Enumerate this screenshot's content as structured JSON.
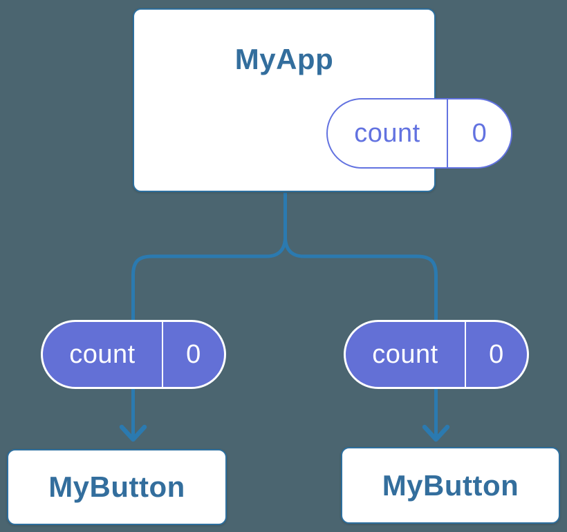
{
  "tree": {
    "root": {
      "title": "MyApp",
      "state": {
        "name": "count",
        "value": "0"
      }
    },
    "children": [
      {
        "title": "MyButton",
        "state": {
          "name": "count",
          "value": "0"
        }
      },
      {
        "title": "MyButton",
        "state": {
          "name": "count",
          "value": "0"
        }
      }
    ]
  },
  "colors": {
    "bg": "#4B6570",
    "line": "#2B7AB0",
    "card-border": "#2D6F9E",
    "card-bg": "#FFFFFF",
    "title": "#336E9D",
    "purple": "#6272E0",
    "pill-bg": "#6370D6",
    "pill-text": "#FFFFFF"
  }
}
